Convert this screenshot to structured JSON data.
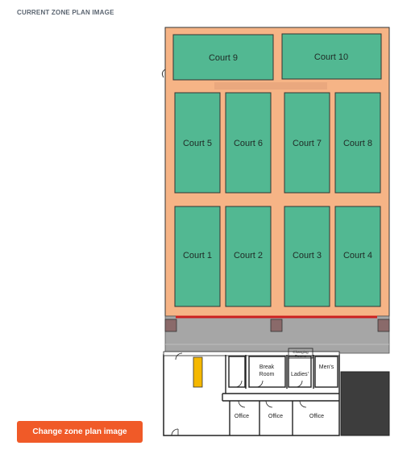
{
  "section": {
    "title": "CURRENT ZONE PLAN IMAGE"
  },
  "plan": {
    "courts": [
      "Court 9",
      "Court 10",
      "Court 5",
      "Court 6",
      "Court 7",
      "Court 8",
      "Court 1",
      "Court 2",
      "Court 3",
      "Court 4"
    ],
    "rooms": {
      "break_room_1": "Break",
      "break_room_2": "Room",
      "ladies": "Ladies'",
      "mens": "Men's",
      "changing_1": "Changing",
      "changing_2": "Rooms",
      "office_1": "Office",
      "office_2": "Office",
      "office_3": "Office"
    },
    "colors": {
      "floor": "#f6b486",
      "court": "#52b892",
      "corridor": "#a6a6a6",
      "accent_line": "#cc2020",
      "dark_room": "#3d3d3d",
      "marker": "#f5b800"
    }
  },
  "actions": {
    "change_label": "Change zone plan image"
  }
}
